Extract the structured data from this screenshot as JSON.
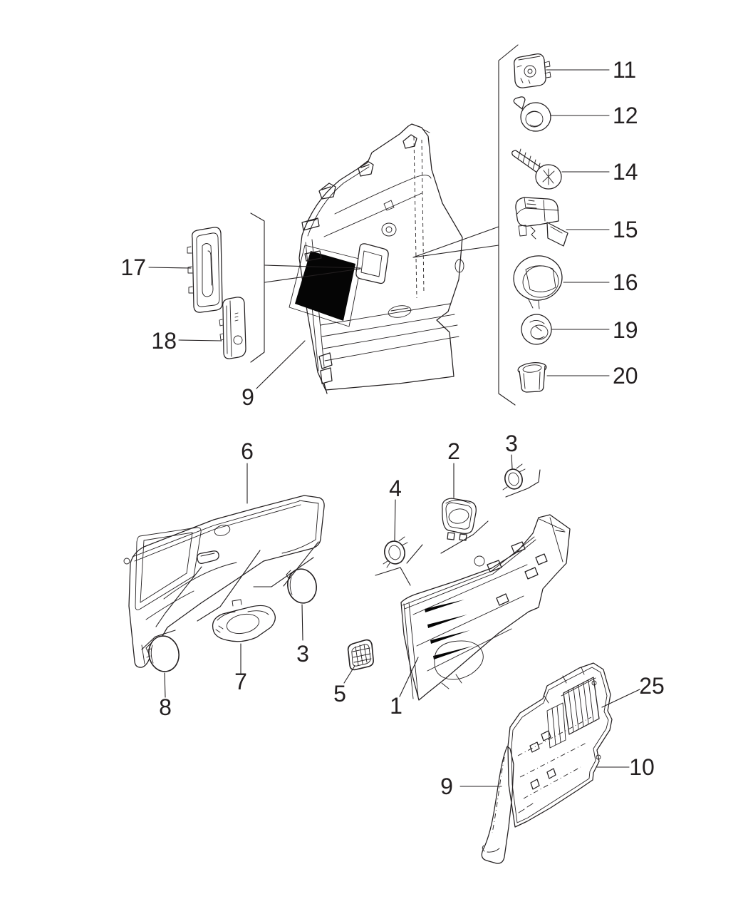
{
  "diagram_type": "exploded-parts-diagram",
  "colors": {
    "background": "#ffffff",
    "line": "#231f20",
    "opening_fill": "#050505"
  },
  "callouts": {
    "n11": "11",
    "n12": "12",
    "n14": "14",
    "n15": "15",
    "n16": "16",
    "n19": "19",
    "n20": "20",
    "n17": "17",
    "n18": "18",
    "n9top": "9",
    "n6": "6",
    "n2": "2",
    "n3r": "3",
    "n4": "4",
    "n3l": "3",
    "n7": "7",
    "n8": "8",
    "n5": "5",
    "n1": "1",
    "n25": "25",
    "n10": "10",
    "n9btm": "9"
  },
  "icons": {
    "part11": "retainer-clip-icon",
    "part12": "push-pin-fastener-icon",
    "part14": "screw-icon",
    "part15": "latch-switch-icon",
    "part16": "bezel-cup-icon",
    "part19": "grommet-icon",
    "part20": "pocket-clip-icon"
  }
}
